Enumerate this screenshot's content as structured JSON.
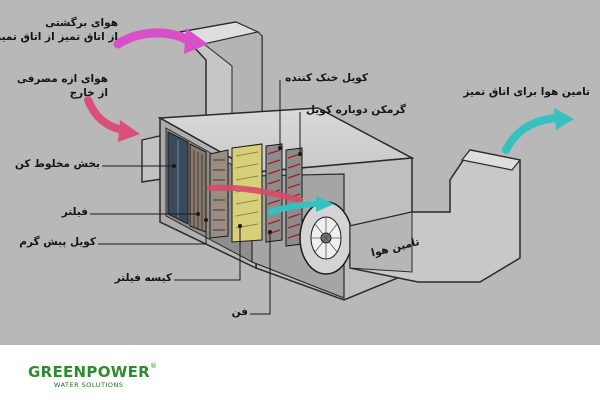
{
  "labels": {
    "return_air_1": "هوای برگشتی",
    "return_air_2": "از اتاق تمیز از اتاق تمیز",
    "outdoor_air_1": "هوای ازه مصرفی",
    "outdoor_air_2": "از خارج",
    "mixing_section": "بخش مخلوط کن",
    "filter": "فیلتر",
    "preheat_coil": "کویل پیش گرم",
    "bag_filter": "کیسه فیلتر",
    "fan": "فن",
    "cooling_coil": "کویل خنک کننده",
    "reheat_coil": "گرمکن دوباره کویل",
    "supply_to_cleanroom": "تامین هوا برای اتاق تمیز",
    "supply_air": "تامین هوا"
  },
  "brand": {
    "name": "GREENPOWER",
    "registered": "®",
    "tagline": "WATER SOLUTIONS"
  },
  "colors": {
    "background": "#b8b8b8",
    "return_arrow": "#d84fc8",
    "outdoor_arrow": "#d8507a",
    "supply_arrow": "#36c0c0",
    "brand_green": "#2e8b2e"
  }
}
